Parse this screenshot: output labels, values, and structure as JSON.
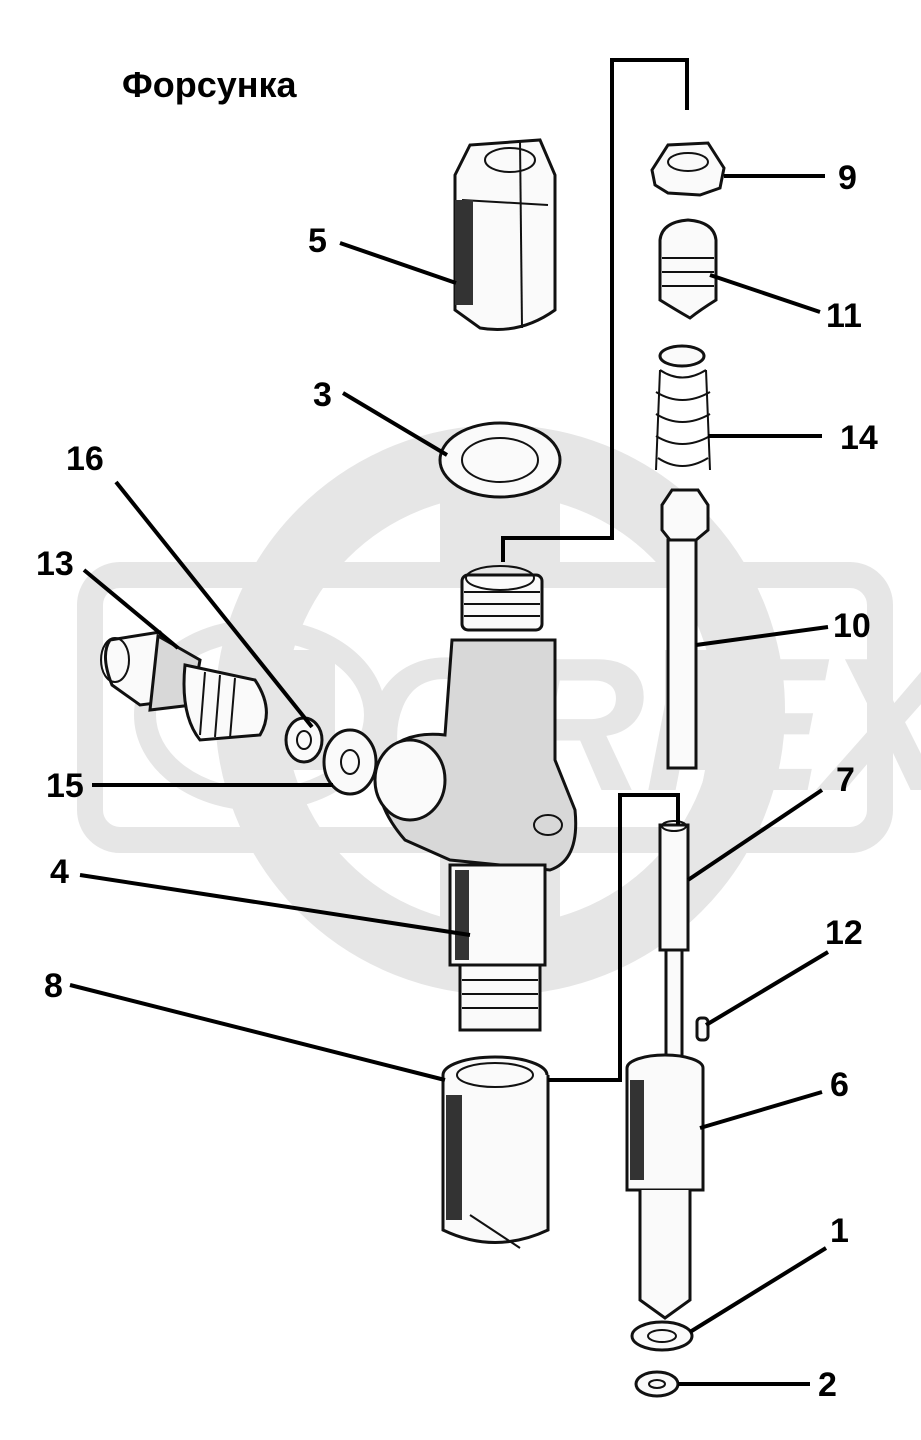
{
  "title": "Форсунка",
  "watermark": "ORIEX",
  "colors": {
    "watermark": "#e6e6e6",
    "ink": "#000000",
    "background": "#ffffff"
  },
  "callouts": [
    "1",
    "2",
    "3",
    "4",
    "5",
    "6",
    "7",
    "8",
    "9",
    "10",
    "11",
    "12",
    "13",
    "14",
    "15",
    "16"
  ]
}
